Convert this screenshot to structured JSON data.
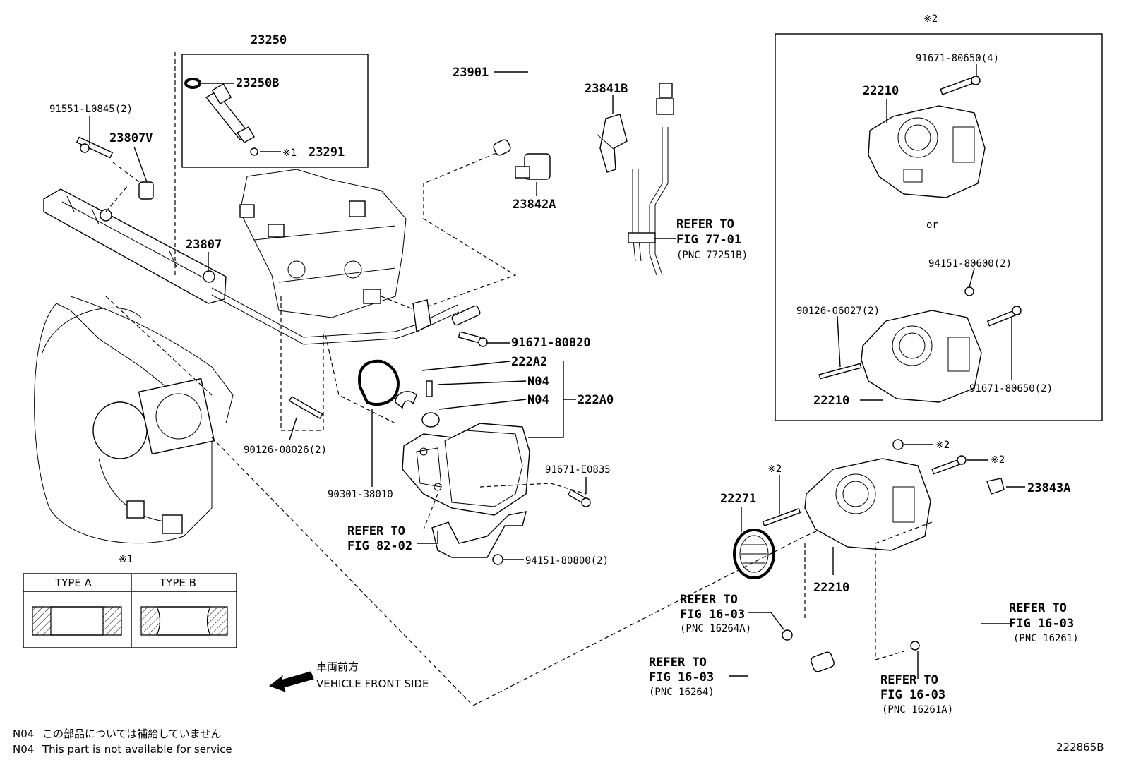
{
  "labels": {
    "p23250": "23250",
    "p23250B": "23250B",
    "p23291": "23291",
    "mark1_small": "※1",
    "p91551": "91551-L0845(2)",
    "p23807V": "23807V",
    "p23807": "23807",
    "p23901": "23901",
    "p23841B": "23841B",
    "p23842A": "23842A",
    "refer_77_1": "REFER TO",
    "refer_77_2": "FIG 77-01",
    "refer_77_3": "(PNC 77251B)",
    "p91671_80820": "91671-80820",
    "p222A2": "222A2",
    "pN04a": "N04",
    "pN04b": "N04",
    "p222A0": "222A0",
    "p90126_08026": "90126-08026(2)",
    "p90301": "90301-38010",
    "p91671_E0835": "91671-E0835",
    "refer_82_1": "REFER TO",
    "refer_82_2": "FIG 82-02",
    "p94151_80800": "94151-80800(2)",
    "mark2_box": "※2",
    "p91671_80650_4": "91671-80650(4)",
    "p22210_a": "22210",
    "or": "or",
    "p94151_80600": "94151-80600(2)",
    "p90126_06027": "90126-06027(2)",
    "p22210_b": "22210",
    "p91671_80650_2": "91671-80650(2)",
    "mark2_a": "※2",
    "mark2_b": "※2",
    "mark2_c": "※2",
    "p23843A": "23843A",
    "p22271": "22271",
    "p22210_c": "22210",
    "refer_16264A_1": "REFER TO",
    "refer_16264A_2": "FIG 16-03",
    "refer_16264A_3": "(PNC 16264A)",
    "refer_16264_1": "REFER TO",
    "refer_16264_2": "FIG 16-03",
    "refer_16264_3": "(PNC 16264)",
    "refer_16261_1": "REFER TO",
    "refer_16261_2": "FIG 16-03",
    "refer_16261_3": "(PNC 16261)",
    "refer_16261A_1": "REFER TO",
    "refer_16261A_2": "FIG 16-03",
    "refer_16261A_3": "(PNC 16261A)",
    "mark1_table": "※1",
    "type_a": "TYPE A",
    "type_b": "TYPE B",
    "front_jp": "車両前方",
    "front_en": "VEHICLE FRONT SIDE",
    "note_jp_code": "N04",
    "note_jp_text": "この部品については補給していません",
    "note_en_code": "N04",
    "note_en_text": "This part is not available for service",
    "diagram_id": "222865B"
  }
}
